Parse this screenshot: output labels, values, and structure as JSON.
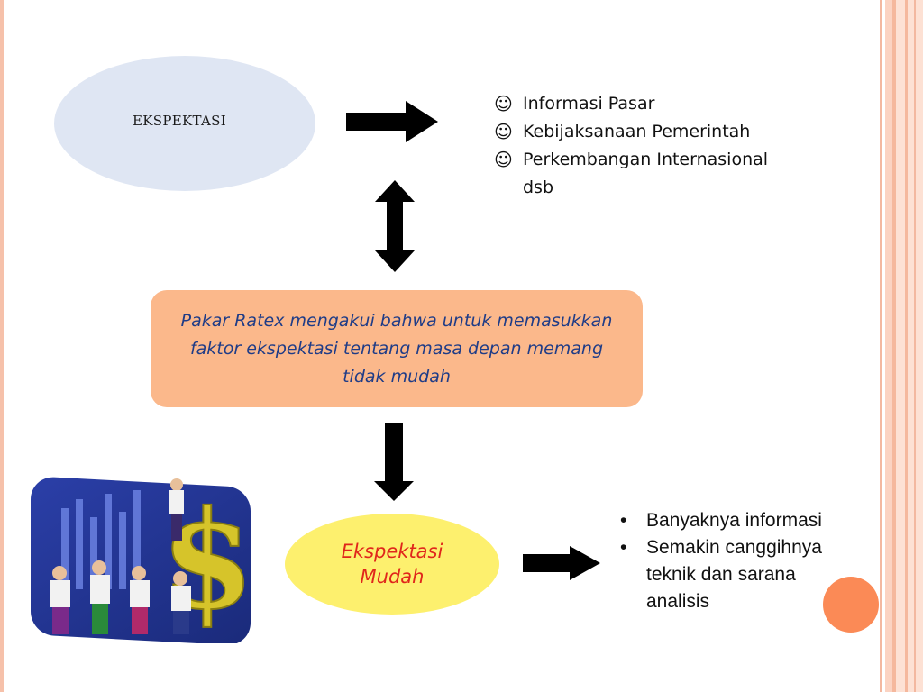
{
  "top_ellipse": {
    "label": "EKSPEKTASI"
  },
  "factors": {
    "items": [
      "Informasi Pasar",
      "Kebijaksanaan Pemerintah",
      "Perkembangan Internasional"
    ],
    "bullet_glyph": "☺",
    "tail": "dsb"
  },
  "center_box": {
    "text": "Pakar Ratex mengakui bahwa untuk memasukkan faktor ekspektasi tentang masa depan memang tidak mudah"
  },
  "bottom_ellipse": {
    "line1": "Ekspektasi",
    "line2": "Mudah"
  },
  "reasons": {
    "items": [
      "Banyaknya informasi",
      "Semakin canggihnya teknik dan sarana analisis"
    ]
  },
  "colors": {
    "top_ellipse": "#dfe6f3",
    "center_box": "#fbb88b",
    "center_text": "#1f3c87",
    "bottom_ellipse": "#fdf06e",
    "bottom_text": "#e0261b",
    "accent_circle": "#fb8a56"
  }
}
